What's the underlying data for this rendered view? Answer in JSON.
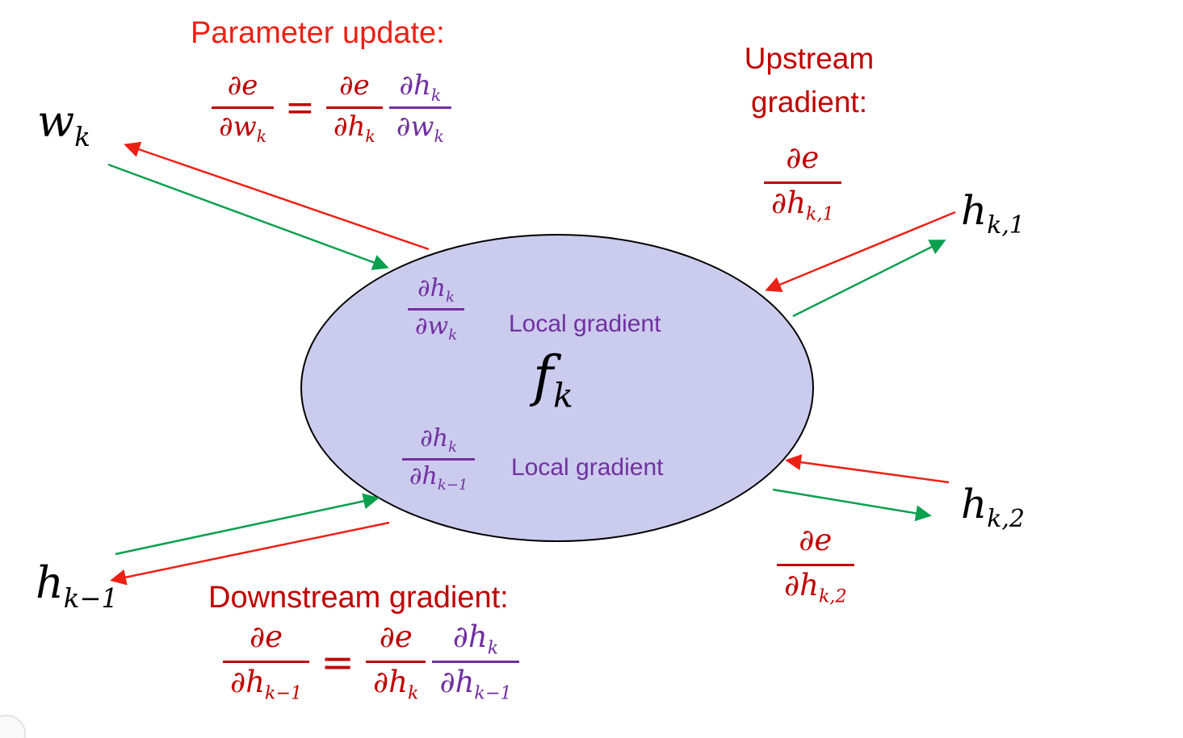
{
  "colors": {
    "red": "#ed2015",
    "dark_red": "#c00000",
    "purple": "#7030a0",
    "green": "#0aa04e",
    "ellipse_fill": "#cbcbee",
    "black": "#000000"
  },
  "parameter_update": {
    "title": "Parameter update:",
    "lhs": {
      "num_main": "∂e",
      "num_sub": "",
      "den_main": "∂w",
      "den_sub": "k"
    },
    "equals": "=",
    "rhs1": {
      "num_main": "∂e",
      "num_sub": "",
      "den_main": "∂h",
      "den_sub": "k"
    },
    "rhs2": {
      "num_main": "∂h",
      "num_sub": "k",
      "den_main": "∂w",
      "den_sub": "k"
    }
  },
  "upstream": {
    "title_line1": "Upstream",
    "title_line2": "gradient:",
    "frac": {
      "num_main": "∂e",
      "num_sub": "",
      "den_main": "∂h",
      "den_sub": "k,1"
    }
  },
  "downstream": {
    "title": "Downstream gradient:",
    "lhs": {
      "num_main": "∂e",
      "num_sub": "",
      "den_main": "∂h",
      "den_sub": "k−1"
    },
    "equals": "=",
    "rhs1": {
      "num_main": "∂e",
      "num_sub": "",
      "den_main": "∂h",
      "den_sub": "k"
    },
    "rhs2": {
      "num_main": "∂h",
      "num_sub": "k",
      "den_main": "∂h",
      "den_sub": "k−1"
    }
  },
  "hk2_gradient": {
    "frac": {
      "num_main": "∂e",
      "num_sub": "",
      "den_main": "∂h",
      "den_sub": "k,2"
    }
  },
  "node": {
    "f_main": "f",
    "f_sub": "k",
    "local_top": {
      "label": "Local gradient",
      "frac": {
        "num_main": "∂h",
        "num_sub": "k",
        "den_main": "∂w",
        "den_sub": "k"
      }
    },
    "local_bottom": {
      "label": "Local gradient",
      "frac": {
        "num_main": "∂h",
        "num_sub": "k",
        "den_main": "∂h",
        "den_sub": "k−1"
      }
    }
  },
  "io_labels": {
    "wk": {
      "main": "w",
      "sub": "k"
    },
    "hk1": {
      "main": "h",
      "sub": "k,1"
    },
    "hk2": {
      "main": "h",
      "sub": "k,2"
    },
    "hkm1": {
      "main": "h",
      "sub": "k−1"
    }
  }
}
